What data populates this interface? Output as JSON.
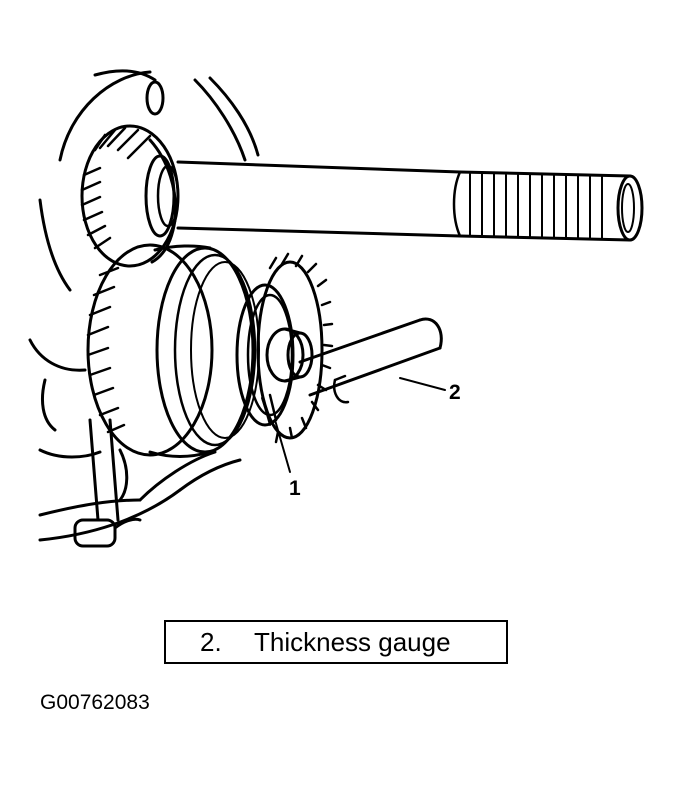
{
  "callouts": [
    {
      "number": "1"
    },
    {
      "number": "2"
    }
  ],
  "legend": {
    "number": "2.",
    "label": "Thickness gauge"
  },
  "figure_id": "G00762083"
}
